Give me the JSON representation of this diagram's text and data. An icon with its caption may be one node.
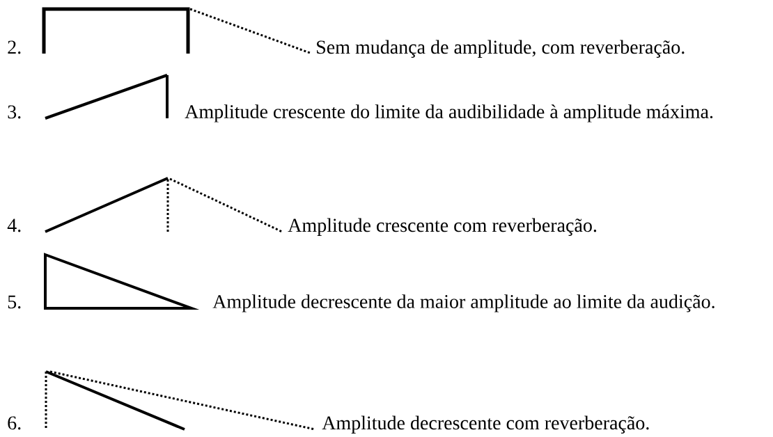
{
  "diagram": {
    "labels": [
      "2.",
      "Sem mudança de amplitude, com reverberação.",
      "3.",
      "Amplitude crescente do limite da audibilidade à amplitude máxima.",
      "4.",
      "Amplitude crescente com reverberação.",
      "5.",
      "Amplitude decrescente da maior amplitude ao limite da audição.",
      "6.",
      "Amplitude decrescente com reverberação."
    ]
  }
}
